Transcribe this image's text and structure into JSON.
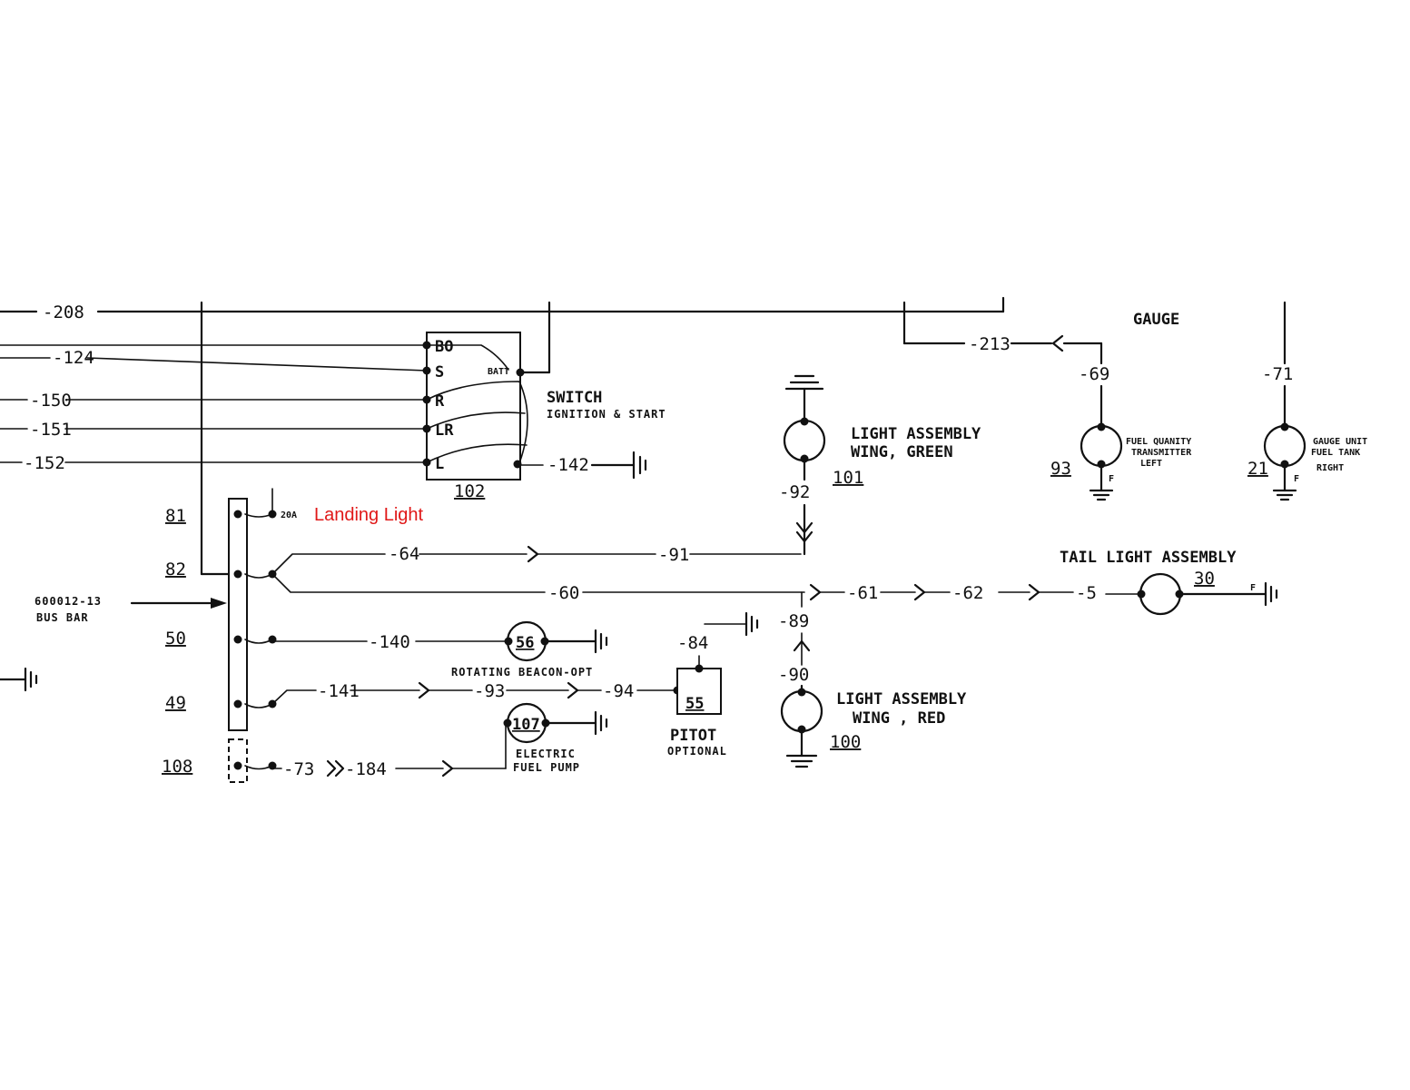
{
  "wires": {
    "w208": "-208",
    "w124": "-124",
    "w150": "-150",
    "w151": "-151",
    "w152": "-152",
    "w142": "-142",
    "w213": "-213",
    "w69": "-69",
    "w71": "-71",
    "w92": "-92",
    "w64": "-64",
    "w91": "-91",
    "w60": "-60",
    "w61": "-61",
    "w62": "-62",
    "w5": "-5",
    "w89": "-89",
    "w84": "-84",
    "w90": "-90",
    "w140": "-140",
    "w141": "-141",
    "w93": "-93",
    "w94": "-94",
    "w73": "-73",
    "w184": "-184"
  },
  "switch": {
    "terminals": {
      "bo": "BO",
      "s": "S",
      "r": "R",
      "lr": "LR",
      "l": "L"
    },
    "batt": "BATT",
    "title": "SWITCH",
    "subtitle": "IGNITION & START",
    "ref": "102"
  },
  "breakers": {
    "b81": "81",
    "b82": "82",
    "b50": "50",
    "b49": "49",
    "b108": "108",
    "rating": "20A",
    "annotation": "Landing Light"
  },
  "busbar": {
    "line1": "600012-13",
    "line2": "BUS BAR"
  },
  "components": {
    "gauge": "GAUGE",
    "fuel_qty": {
      "l1": "FUEL QUANITY",
      "l2": "TRANSMITTER",
      "l3": "LEFT",
      "ref": "93",
      "f": "F"
    },
    "gauge_unit": {
      "l1": "GAUGE UNIT",
      "l2": "FUEL TANK",
      "l3": "RIGHT",
      "ref": "21",
      "f": "F"
    },
    "wing_green": {
      "l1": "LIGHT ASSEMBLY",
      "l2": "WING, GREEN",
      "ref": "101"
    },
    "tail": {
      "l1": "TAIL LIGHT ASSEMBLY",
      "ref": "30",
      "f": "F"
    },
    "wing_red": {
      "l1": "LIGHT ASSEMBLY",
      "l2": "WING , RED",
      "ref": "100"
    },
    "beacon": {
      "ref": "56",
      "label": "ROTATING BEACON-OPT"
    },
    "pitot": {
      "ref": "55",
      "l1": "PITOT",
      "l2": "OPTIONAL"
    },
    "pump": {
      "ref": "107",
      "l1": "ELECTRIC",
      "l2": "FUEL PUMP"
    }
  }
}
